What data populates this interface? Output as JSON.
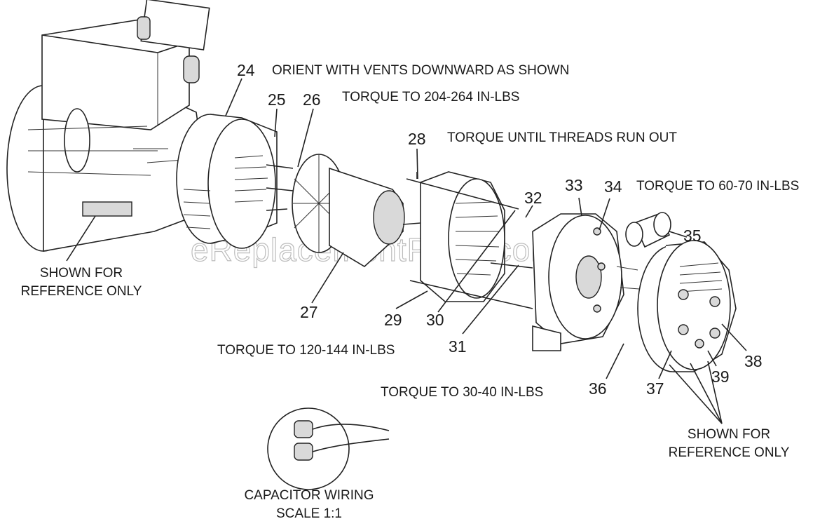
{
  "watermark": "eReplacementParts.com",
  "callouts": [
    "24",
    "25",
    "26",
    "27",
    "28",
    "29",
    "30",
    "31",
    "32",
    "33",
    "34",
    "35",
    "36",
    "37",
    "38",
    "39"
  ],
  "notes": {
    "orient": "ORIENT WITH VENTS DOWNWARD AS SHOWN",
    "torque_204": "TORQUE TO 204-264 IN-LBS",
    "torque_threads": "TORQUE UNTIL THREADS RUN OUT",
    "torque_60": "TORQUE TO 60-70 IN-LBS",
    "torque_120": "TORQUE TO 120-144 IN-LBS",
    "torque_30": "TORQUE TO 30-40 IN-LBS"
  },
  "reference_left": [
    "SHOWN FOR",
    "REFERENCE ONLY"
  ],
  "reference_right": [
    "SHOWN FOR",
    "REFERENCE ONLY"
  ],
  "capacitor": [
    "CAPACITOR WIRING",
    "SCALE 1:1"
  ]
}
